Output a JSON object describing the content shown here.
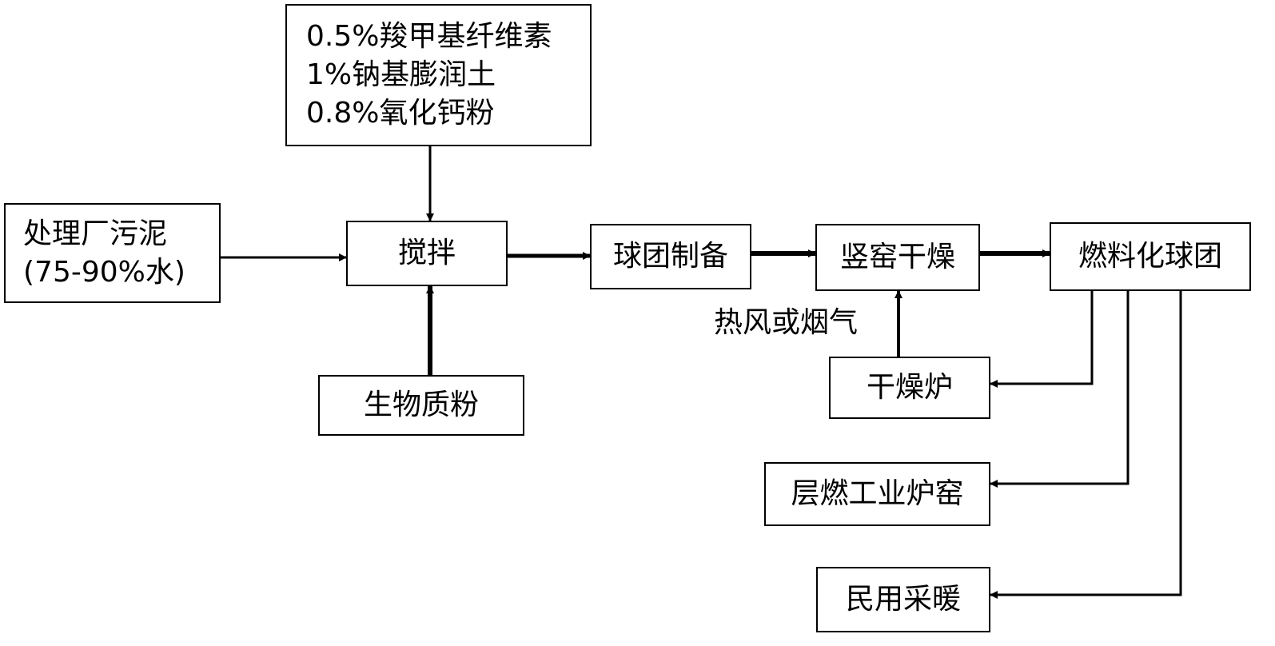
{
  "diagram": {
    "additives": {
      "lines": [
        "0.5%羧甲基纤维素",
        "1%钠基膨润土",
        "0.8%氧化钙粉"
      ]
    },
    "sludge": {
      "lines": [
        "处理厂污泥",
        "(75-90%水)"
      ]
    },
    "mixing": "搅拌",
    "biomass_powder": "生物质粉",
    "pellet_prep": "球团制备",
    "shaft_kiln_drying": "竖窑干燥",
    "hot_air_label": "热风或烟气",
    "dryer": "干燥炉",
    "fuel_pellets": "燃料化球团",
    "layer_burning_kiln": "层燃工业炉窑",
    "civil_heating": "民用采暖"
  }
}
